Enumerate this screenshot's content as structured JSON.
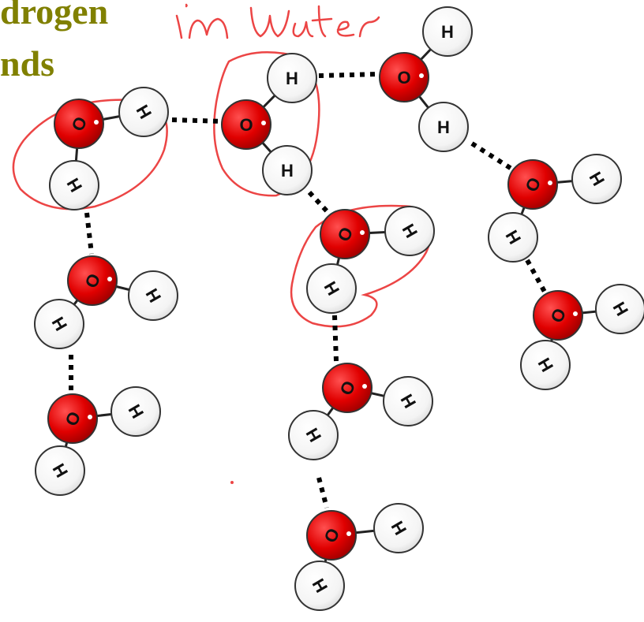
{
  "title": {
    "line1": "drogen",
    "line2": "nds"
  },
  "colors": {
    "title": "#808000",
    "oxygen": "#e00000",
    "hydrogen": "#ffffff",
    "bond_line": "#222222",
    "h_bond": "#000000",
    "annotation": "#ec4545"
  },
  "diagram": {
    "oxygen_label": "O",
    "hydrogen_label": "H"
  }
}
